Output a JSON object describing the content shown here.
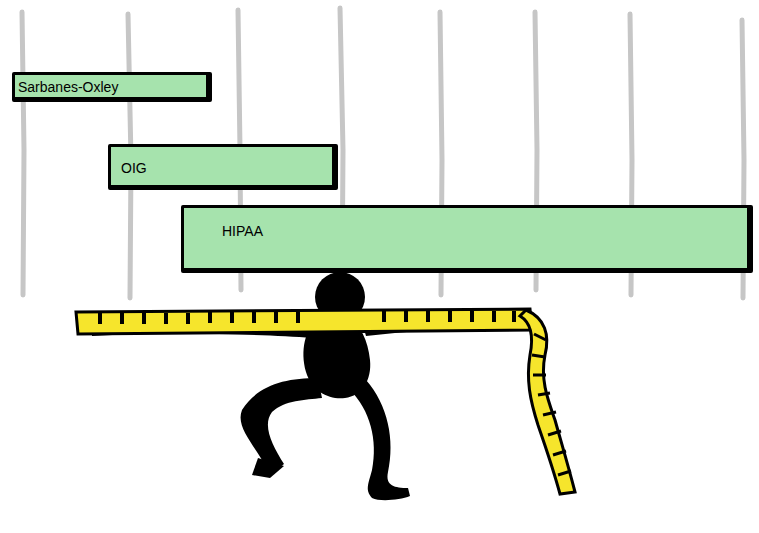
{
  "diagram": {
    "nodes": [
      {
        "text": [
          "Sarbanes-Oxley"
        ]
      },
      {
        "text": [
          "OIG"
        ]
      },
      {
        "text": [
          "HIPAA"
        ]
      }
    ]
  }
}
